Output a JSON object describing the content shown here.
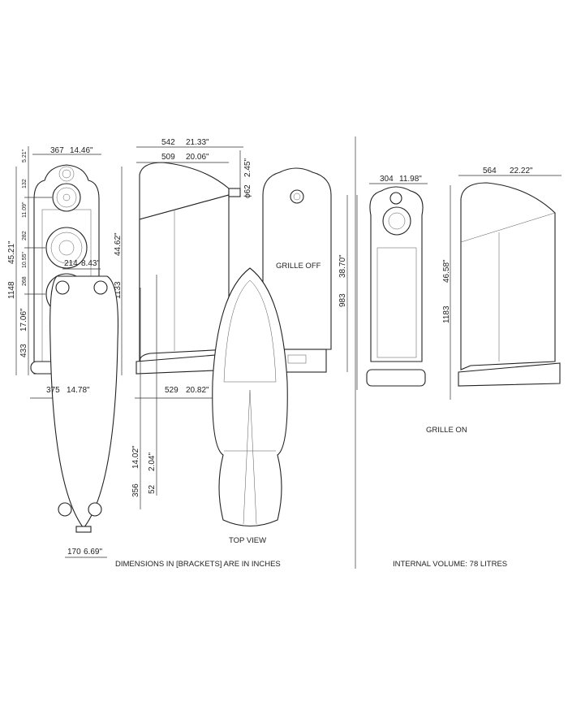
{
  "front_view": {
    "width_mm": "367",
    "width_in": "14.46\"",
    "tweeter_offset_in": "5.21\"",
    "tweeter_to_mid_mm": "132",
    "tweeter_to_mid_in": "11.09\"",
    "mid_to_bass1_mm": "282",
    "mid_to_bass1_in": "10.55\"",
    "bass_spacing_mm": "268",
    "height_in": "45.21\"",
    "height_mm": "1148",
    "bass2_height_in": "17.06\"",
    "bass2_height_mm": "433",
    "base_width_mm": "375",
    "base_width_in": "14.78\""
  },
  "side_view": {
    "depth_mm": "542",
    "depth_in": "21.33\"",
    "body_depth_mm": "509",
    "body_depth_in": "20.06\"",
    "terminal_in": "2.45\"",
    "terminal_dia": "ϕ62",
    "height_in": "44.62\"",
    "height_mm": "1133",
    "base_depth_mm": "529",
    "base_depth_in": "20.82\""
  },
  "rear_view": {
    "height_in": "38.70\"",
    "height_mm": "983"
  },
  "grille_on": {
    "width_mm": "304",
    "width_in": "11.98\"",
    "depth_mm": "564",
    "depth_in": "22.22\"",
    "height_in": "46.58\"",
    "height_mm": "1183"
  },
  "base_view": {
    "spike_width_mm": "214",
    "spike_width_in": "8.43\"",
    "spike_depth_in": "14.02\"",
    "offset_in": "2.04\"",
    "spike_depth_mm": "356",
    "offset_mm": "52",
    "rear_spike_mm": "170",
    "rear_spike_in": "6.69\""
  },
  "captions": {
    "grille_off": "GRILLE OFF",
    "grille_on": "GRILLE ON",
    "top_view": "TOP VIEW",
    "units_note": "DIMENSIONS IN [BRACKETS] ARE IN INCHES",
    "internal_volume": "INTERNAL VOLUME: 78 LITRES"
  }
}
